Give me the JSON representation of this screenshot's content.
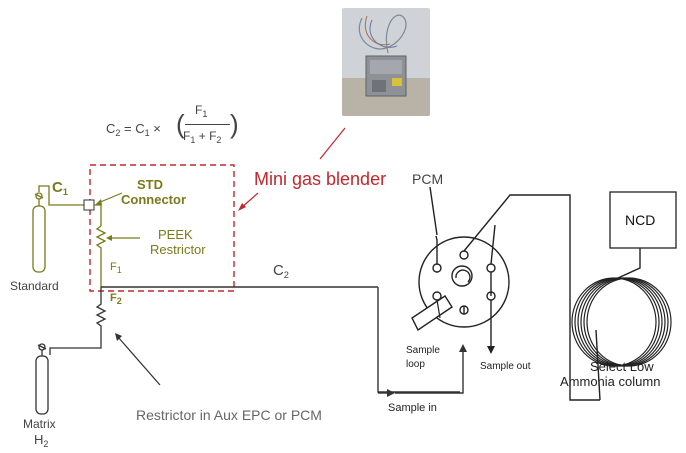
{
  "formula": {
    "lhs": "C",
    "lhs_sub": "2",
    "equals": "=",
    "c1": "C",
    "c1_sub": "1",
    "times": "×",
    "numerator": "F",
    "numerator_sub": "1",
    "denominator_a": "F",
    "denominator_a_sub": "1",
    "plus": "+",
    "denominator_b": "F",
    "denominator_b_sub": "2"
  },
  "labels": {
    "mini_gas_blender": "Mini gas blender",
    "c1": "C",
    "c1_sub": "1",
    "std_connector_line1": "STD",
    "std_connector_line2": "Connector",
    "peek_line1": "PEEK",
    "peek_line2": "Restrictor",
    "f1": "F",
    "f1_sub": "1",
    "f2": "F",
    "f2_sub": "2",
    "standard": "Standard",
    "matrix": "Matrix",
    "h2": "H",
    "h2_sub": "2",
    "c2": "C",
    "c2_sub": "2",
    "restrictor_aux": "Restrictor in Aux EPC or PCM",
    "pcm": "PCM",
    "ncd": "NCD",
    "sample_loop_line1": "Sample",
    "sample_loop_line2": "loop",
    "sample_out": "Sample out",
    "sample_in": "Sample in",
    "column_line1": "Select Low",
    "column_line2": "Ammonia column"
  },
  "colors": {
    "olive": "#7a7a1e",
    "red_dashed": "#c0282d",
    "line": "#333333"
  }
}
